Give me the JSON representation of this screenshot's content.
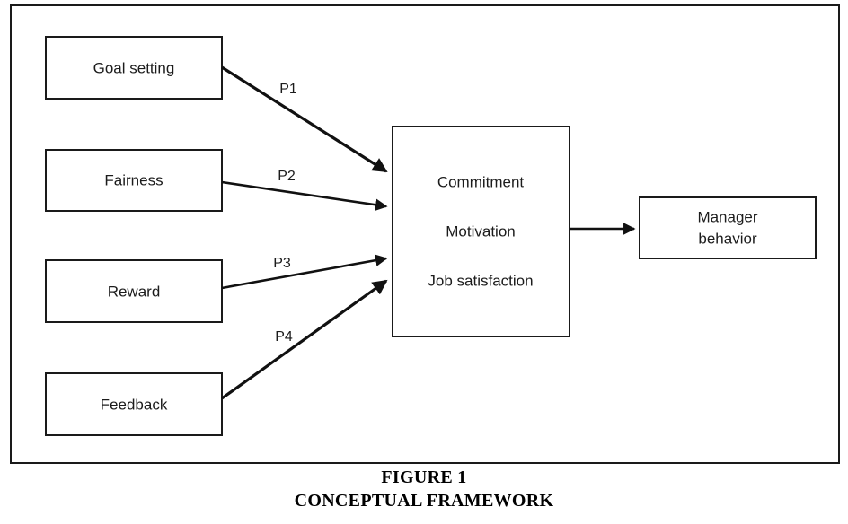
{
  "figure": {
    "caption_line_1": "FIGURE 1",
    "caption_line_2": "CONCEPTUAL FRAMEWORK",
    "frame_color": "#1a1a1a",
    "background_color": "#ffffff",
    "text_color": "#1c1c1c"
  },
  "antecedent_nodes": [
    {
      "id": "goal-setting",
      "label": "Goal setting"
    },
    {
      "id": "fairness",
      "label": "Fairness"
    },
    {
      "id": "reward",
      "label": "Reward"
    },
    {
      "id": "feedback",
      "label": "Feedback"
    }
  ],
  "mediator_node": {
    "id": "mediator",
    "lines": [
      "Commitment",
      "Motivation",
      "Job satisfaction"
    ]
  },
  "outcome_node": {
    "id": "manager-behavior",
    "lines": [
      "Manager",
      "behavior"
    ]
  },
  "propositions": [
    {
      "id": "p1",
      "label": "P1",
      "from": "Goal setting",
      "to": "Commitment / Motivation / Job satisfaction"
    },
    {
      "id": "p2",
      "label": "P2",
      "from": "Fairness",
      "to": "Commitment / Motivation / Job satisfaction"
    },
    {
      "id": "p3",
      "label": "P3",
      "from": "Reward",
      "to": "Commitment / Motivation / Job satisfaction"
    },
    {
      "id": "p4",
      "label": "P4",
      "from": "Feedback",
      "to": "Commitment / Motivation / Job satisfaction"
    }
  ],
  "outcome_link": {
    "id": "mediator-to-outcome",
    "label": "",
    "from": "Commitment / Motivation / Job satisfaction",
    "to": "Manager behavior"
  }
}
